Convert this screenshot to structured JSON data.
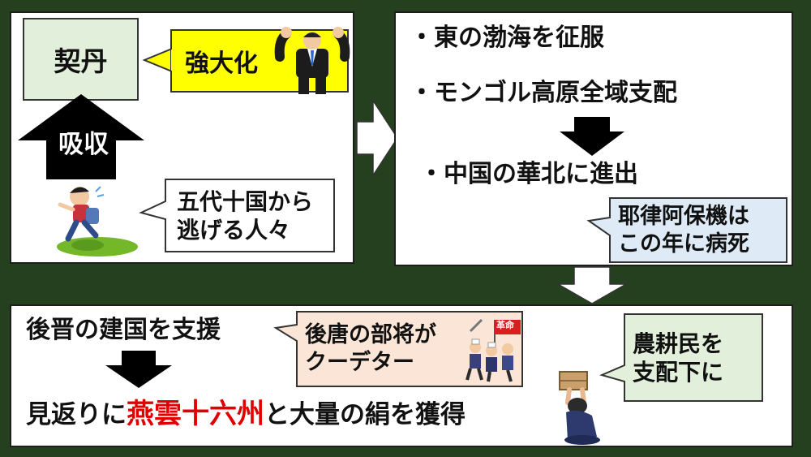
{
  "left_panel": {
    "khitan": "契丹",
    "strengthen": "強大化",
    "absorb": "吸収",
    "refugees_line1": "五代十国から",
    "refugees_line2": "逃げる人々"
  },
  "right_panel": {
    "item1": "・東の渤海を征服",
    "item2": "・モンゴル高原全域支配",
    "item3": "・中国の華北に進出",
    "note_line1": "耶律阿保機は",
    "note_line2": "この年に病死"
  },
  "bottom_panel": {
    "support": "後晋の建国を支援",
    "coup_line1": "後唐の部将が",
    "coup_line2": "クーデター",
    "flag_text": "革命",
    "reward_prefix": "見返りに",
    "reward_highlight": "燕雲十六州",
    "reward_suffix": "と大量の絹を獲得",
    "farmers_line1": "農耕民を",
    "farmers_line2": "支配下に"
  },
  "colors": {
    "background": "#24401e",
    "khitan_box": "#e2efda",
    "strengthen_box": "#ffff00",
    "note_box": "#deebf7",
    "coup_box": "#fbe5d6",
    "farmers_box": "#e2efda",
    "highlight_text": "#e00000"
  }
}
